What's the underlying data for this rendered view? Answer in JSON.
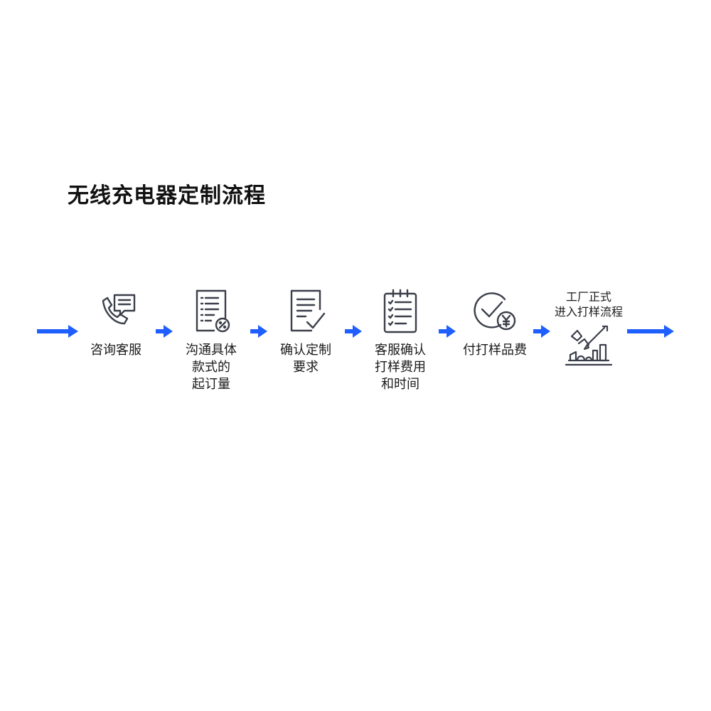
{
  "title": "无线充电器定制流程",
  "colors": {
    "arrow": "#1f5eff",
    "icon_stroke": "#3b3f4a"
  },
  "steps": [
    {
      "label": "咨询客服",
      "icon": "phone-chat-icon"
    },
    {
      "label": "沟通具体\n款式的\n起订量",
      "icon": "document-discount-icon"
    },
    {
      "label": "确认定制\n要求",
      "icon": "document-check-icon"
    },
    {
      "label": "客服确认\n打样费用\n和时间",
      "icon": "checklist-clipboard-icon"
    },
    {
      "label": "付打样品费",
      "icon": "check-yen-icon"
    },
    {
      "label": "工厂正式\n进入打样流程",
      "icon": "factory-crane-icon"
    }
  ]
}
